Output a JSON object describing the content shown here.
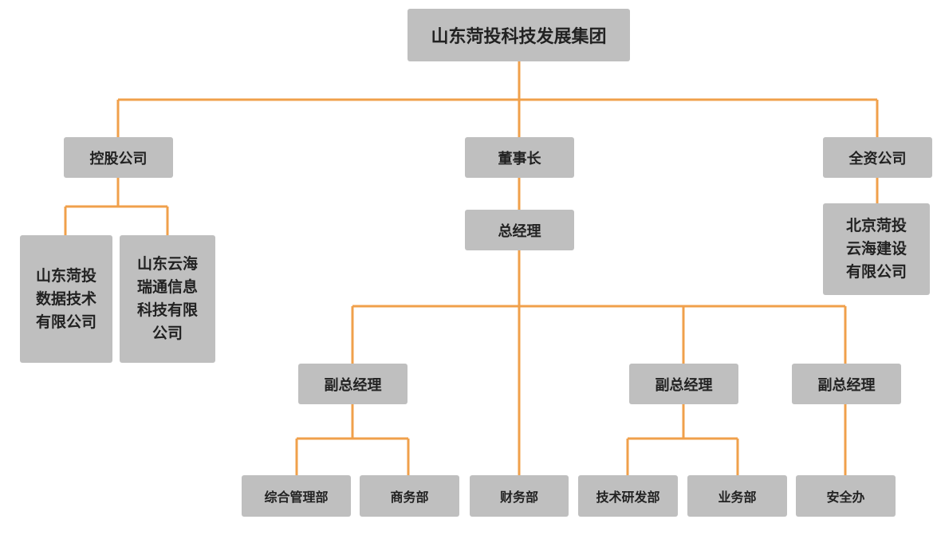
{
  "diagram": {
    "line_color": "#f0a04b",
    "box_color": "#bfbfbf",
    "root": "山东菏投科技发展集团",
    "holding_company": "控股公司",
    "chairman": "董事长",
    "wholly_owned_company": "全资公司",
    "general_manager": "总经理",
    "holding_subsidiaries": [
      "山东菏投\n数据技术\n有限公司",
      "山东云海\n瑞通信息\n科技有限\n公司"
    ],
    "wholly_owned_subsidiary": "北京菏投\n云海建设\n有限公司",
    "deputy_general_managers": [
      "副总经理",
      "副总经理",
      "副总经理"
    ],
    "departments": [
      "综合管理部",
      "商务部",
      "财务部",
      "技术研发部",
      "业务部",
      "安全办"
    ]
  }
}
